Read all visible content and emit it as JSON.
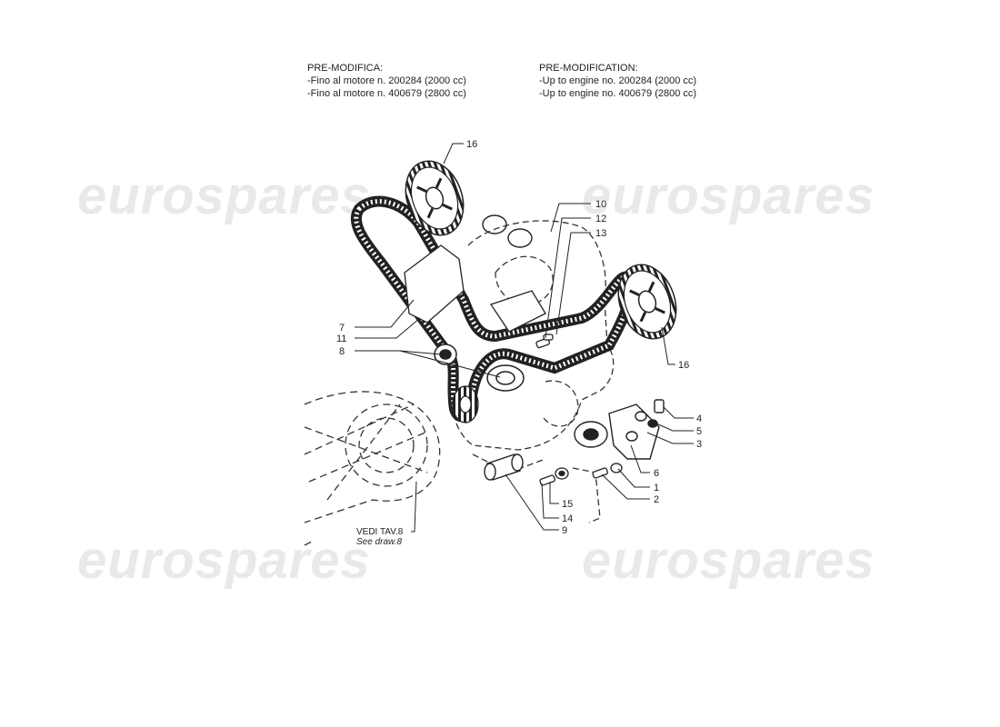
{
  "notes": {
    "italian": {
      "title": "PRE-MODIFICA:",
      "lines": [
        "-Fino al motore n. 200284 (2000 cc)",
        "-Fino al motore n. 400679 (2800 cc)"
      ]
    },
    "english": {
      "title": "PRE-MODIFICATION:",
      "lines": [
        "-Up to engine no. 200284 (2000 cc)",
        "-Up to engine no. 400679 (2800 cc)"
      ]
    }
  },
  "watermark": "eurospares",
  "reference": {
    "italian": "VEDI TAV.8",
    "english": "See draw.8"
  },
  "callouts": [
    "16",
    "10",
    "12",
    "13",
    "16",
    "7",
    "11",
    "8",
    "4",
    "5",
    "3",
    "6",
    "1",
    "2",
    "15",
    "14",
    "9"
  ],
  "colors": {
    "ink": "#222222",
    "watermark": "#d7d7d7",
    "background": "#ffffff"
  }
}
